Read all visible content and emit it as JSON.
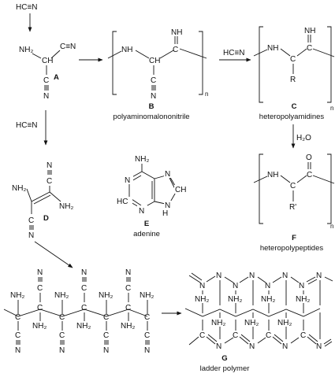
{
  "reagents": {
    "hcn": "HC≡N",
    "water": "H₂O"
  },
  "compounds": {
    "A": {
      "letter": "A",
      "caption": "",
      "atoms": {
        "nh2": "NH₂",
        "ch": "CH",
        "cn_c": "C",
        "cn_n": "N",
        "cn_top": "C≡N"
      }
    },
    "B": {
      "letter": "B",
      "caption": "polyaminomalononitrile",
      "repeat": "n",
      "atoms": {
        "nh": "NH",
        "ch": "CH",
        "c": "C",
        "nh_imine": "NH",
        "c_nitrile": "C",
        "n_nitrile": "N"
      }
    },
    "C": {
      "letter": "C",
      "caption": "heteropolyamidines",
      "repeat": "n",
      "atoms": {
        "nh": "NH",
        "ch": "C",
        "c": "C",
        "nh_imine": "NH",
        "r": "R"
      }
    },
    "D": {
      "letter": "D",
      "caption": "",
      "atoms": {
        "nh2_left": "NH₂",
        "nh2_right": "NH₂",
        "n_top": "N",
        "c_top": "C",
        "c_bottom": "C",
        "n_bottom": "N"
      }
    },
    "E": {
      "letter": "E",
      "caption": "adenine",
      "atoms": {
        "nh2": "NH₂",
        "n1": "N",
        "hc": "HC",
        "n3": "N",
        "n7": "N",
        "ch8": "CH",
        "n9h": "N",
        "h9": "H"
      }
    },
    "F": {
      "letter": "F",
      "caption": "heteropolypeptides",
      "repeat": "n",
      "atoms": {
        "nh": "NH",
        "ch": "C",
        "c": "C",
        "o": "O",
        "r_prime": "R'"
      }
    },
    "G": {
      "letter": "G",
      "caption": "ladder polymer",
      "atoms": {
        "n": "N",
        "nh2": "NH₂",
        "c": "C"
      }
    }
  },
  "polymer_chain": {
    "atoms": {
      "nh2": "NH₂",
      "c": "C",
      "n": "N"
    }
  }
}
